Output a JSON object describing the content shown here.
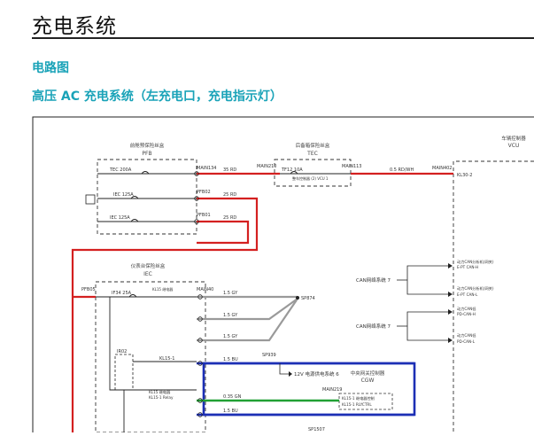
{
  "page": {
    "title": "充电系统",
    "section_title": "电路图",
    "diagram_caption": "高压 AC 充电系统（左充电口，充电指示灯）"
  },
  "diagram": {
    "blocks": {
      "pfb": {
        "label": "前舱预保险丝盒",
        "code": "PFB"
      },
      "tec": {
        "label": "后备箱保险丝盒",
        "code": "TEC"
      },
      "vcu": {
        "label": "车辆控制器",
        "code": "VCU"
      },
      "iec": {
        "label": "仪表台保险丝盒",
        "code": "IEC"
      },
      "cgw": {
        "label": "中央网关控制器",
        "code": "CGW"
      }
    },
    "labels": {
      "tec_fuse": "TEC 200A",
      "main134": "MAIN134",
      "wire_35rd": "35 RD",
      "main210": "MAIN210",
      "tf12": "TF12 10A",
      "tf12_sub": "整车控制器 (2) VCU 1",
      "main113": "MAIN113",
      "wire_05rdwh": "0.5 RD/WH",
      "main_vcu": "MAIN402",
      "kl30_2": "KL30-2",
      "iec_fuse_1": "IEC 125A",
      "pfb02": "PFB02",
      "wire_25rd_1": "25 RD",
      "iec_fuse_2": "IEC 125A",
      "pfb01": "PFB01",
      "wire_25rd_2": "25 RD",
      "pfb05": "PFB05",
      "if34": "IF34 25A",
      "main40": "MAIN40",
      "kl15_relay_top": "KL15 继电器",
      "wire_15gy_1": "1.5 GY",
      "wire_15gy_2": "1.5 GY",
      "wire_15gy_3": "1.5 GY",
      "sp874": "SP874",
      "ir02": "IR02",
      "kl15_1": "KL15-1",
      "wire_15bu_1": "1.5 BU",
      "sp939": "SP939",
      "power_12v": "12V 电源供电系统 6",
      "main219": "MAIN219",
      "kl15_relay_a": "KL15 继电器",
      "kl15_relay_b": "KL15-1 Relay",
      "wire_035gn": "0.35 GN",
      "cgw_pin_1": "KL15-1 继电器控制",
      "cgw_pin_2": "KL15-1 RLYCTRL",
      "wire_15bu_2": "1.5 BU",
      "sp1507": "SP1507",
      "can_sys_1": "CAN网络系统 7",
      "can_sys_2": "CAN网络系统 7",
      "can_h_1a": "动力CAN分析机(网关)",
      "can_h_1b": "E-PT CAN-H",
      "can_l_1a": "动力CAN分析机(网关)",
      "can_l_1b": "E-PT CAN-L",
      "can_h_2a": "动力CAN低",
      "can_h_2b": "PD-CAN-H",
      "can_l_2a": "动力CAN低",
      "can_l_2b": "PD-CAN-L"
    }
  },
  "colors": {
    "heading_accent": "#1aa3b8",
    "wire_red": "#d42020",
    "wire_gray": "#9a9a9a",
    "wire_green": "#21a034",
    "box_blue": "#1c2fb5",
    "line_dark": "#222222"
  }
}
